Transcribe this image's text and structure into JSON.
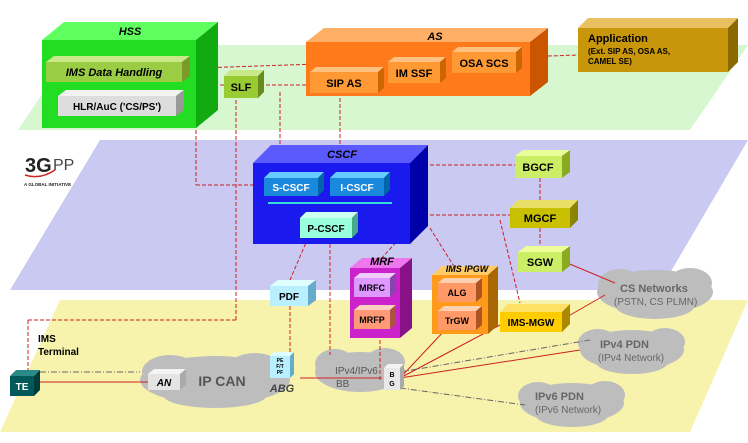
{
  "labels": {
    "hss": "HSS",
    "ims_data": "IMS Data Handling",
    "hlr": "HLR/AuC  ('CS/PS')",
    "as": "AS",
    "sip_as": "SIP AS",
    "im_ssf": "IM SSF",
    "osa_scs": "OSA SCS",
    "slf": "SLF",
    "application": {
      "title": "Application",
      "line1": "(Ext. SIP AS, OSA AS,",
      "line2": "CAMEL SE)"
    },
    "logo": {
      "mark": "3G",
      "pp": "PP",
      "tagline": "A GLOBAL INITIATIVE"
    },
    "cscf": "CSCF",
    "s_cscf": "S-CSCF",
    "i_cscf": "I-CSCF",
    "p_cscf": "P-CSCF",
    "bgcf": "BGCF",
    "mgcf": "MGCF",
    "sgw": "SGW",
    "pdf": "PDF",
    "mrf": "MRF",
    "mrfc": "MRFC",
    "mrfp": "MRFP",
    "ims_ipgw": "IMS IPGW",
    "alg": "ALG",
    "trgw": "TrGW",
    "ims_mgw": "IMS-MGW",
    "cs_networks": {
      "title": "CS Networks",
      "sub": "(PSTN, CS PLMN)"
    },
    "ipv4_pdn": {
      "title": "IPv4 PDN",
      "sub": "(IPv4  Network)"
    },
    "ipv6_pdn": {
      "title": "IPv6 PDN",
      "sub": "(IPv6  Network)"
    },
    "ims_terminal": {
      "line1": "IMS",
      "line2": "Terminal"
    },
    "te": "TE",
    "an": "AN",
    "ip_can": "IP CAN",
    "abg": "ABG",
    "pe": {
      "l1": "PE",
      "l2": "F/T",
      "l3": "PF"
    },
    "bb": {
      "l1": "IPv4/IPv6",
      "l2": "BB"
    },
    "bg": {
      "l1": "B",
      "l2": "G"
    }
  },
  "colors": {
    "top_plane": "#d6f7d0",
    "mid_plane": "#c9c9f2",
    "bottom_plane": "#f7f3ad",
    "hss_green": "#22dd22",
    "as_orange": "#ff7a1a",
    "cscf_blue": "#1a1aee",
    "mrf_magenta": "#cc22cc",
    "link_red": "#cc2222"
  }
}
